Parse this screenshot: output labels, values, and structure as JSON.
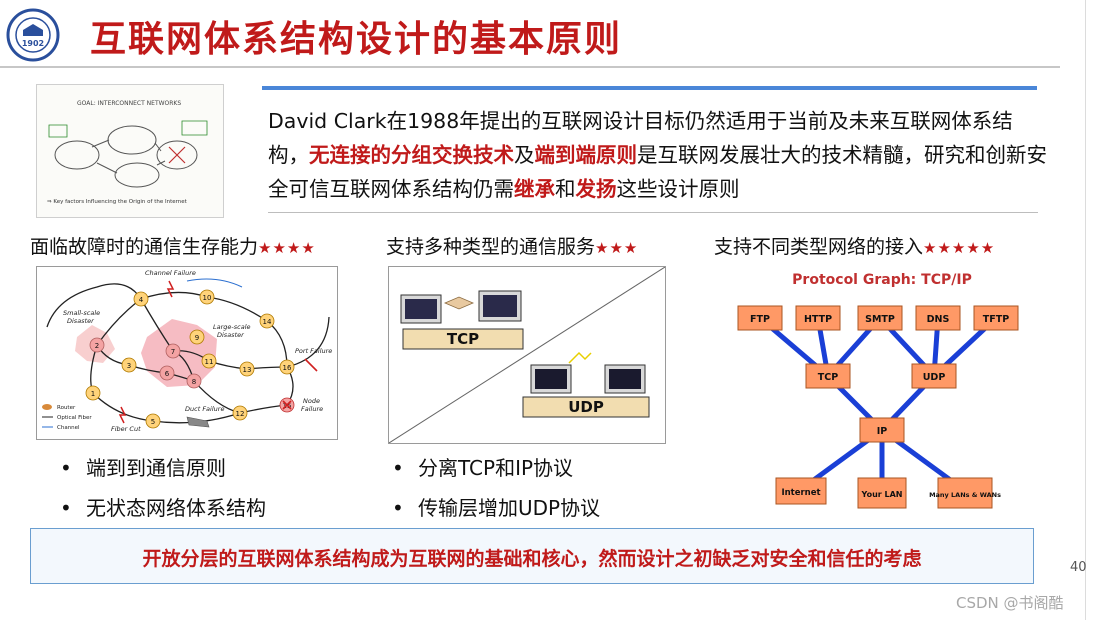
{
  "header": {
    "title": "互联网体系结构设计的基本原则",
    "logo_text": "1902"
  },
  "whiteboard": {
    "caption_top": "GOAL: INTERCONNECT NETWORKS",
    "caption_bottom": "⇒ Key factors Influencing the Origin of the Internet"
  },
  "intro": {
    "p1": "David Clark在1988年提出的互联网设计目标仍然适用于当前及未来互联网体系结构，",
    "hl1": "无连接的分组交换技术",
    "p2": "及",
    "hl2": "端到端原则",
    "p3": "是互联网发展壮大的技术精髓，研究和创新安全可信互联网体系结构仍需",
    "hl3": "继承",
    "p4": "和",
    "hl4": "发扬",
    "p5": "这些设计原则"
  },
  "columns": [
    {
      "heading": "面临故障时的通信生存能力",
      "stars": "★★★★"
    },
    {
      "heading": "支持多种类型的通信服务",
      "stars": "★★★"
    },
    {
      "heading": "支持不同类型网络的接入",
      "stars": "★★★★★"
    }
  ],
  "fig1": {
    "labels": {
      "channel_failure": "Channel Failure",
      "small_scale": "Small-scale",
      "small_disaster": "Disaster",
      "large_scale": "Large-scale",
      "large_disaster": "Disaster",
      "port_failure": "Port Failure",
      "node_failure_1": "Node",
      "node_failure_2": "Failure",
      "fiber_cut": "Fiber Cut",
      "duct_failure": "Duct Failure",
      "legend_router": "Router",
      "legend_fiber": "Optical Fiber",
      "legend_channel": "Channel"
    },
    "nodes": [
      "1",
      "2",
      "3",
      "4",
      "5",
      "6",
      "7",
      "8",
      "9",
      "10",
      "11",
      "12",
      "13",
      "14",
      "15",
      "16"
    ]
  },
  "fig2": {
    "tcp_label": "TCP",
    "udp_label": "UDP"
  },
  "fig3": {
    "title": "Protocol Graph: TCP/IP",
    "apps": [
      "FTP",
      "HTTP",
      "SMTP",
      "DNS",
      "TFTP"
    ],
    "transport": [
      "TCP",
      "UDP"
    ],
    "network": "IP",
    "links": [
      "Internet",
      "Your LAN",
      "Many LANs & WANs"
    ],
    "colors": {
      "box": "#ff9966",
      "link": "#1a3fd6"
    }
  },
  "bullets": {
    "left": [
      "端到到通信原则",
      "无状态网络体系结构"
    ],
    "middle": [
      "分离TCP和IP协议",
      "传输层增加UDP协议"
    ]
  },
  "bottom": {
    "text": "开放分层的互联网体系结构成为互联网的基础和核心，然而设计之初缺乏对安全和信任的考虑"
  },
  "page_number": "40",
  "watermark": "CSDN @书阁酷"
}
